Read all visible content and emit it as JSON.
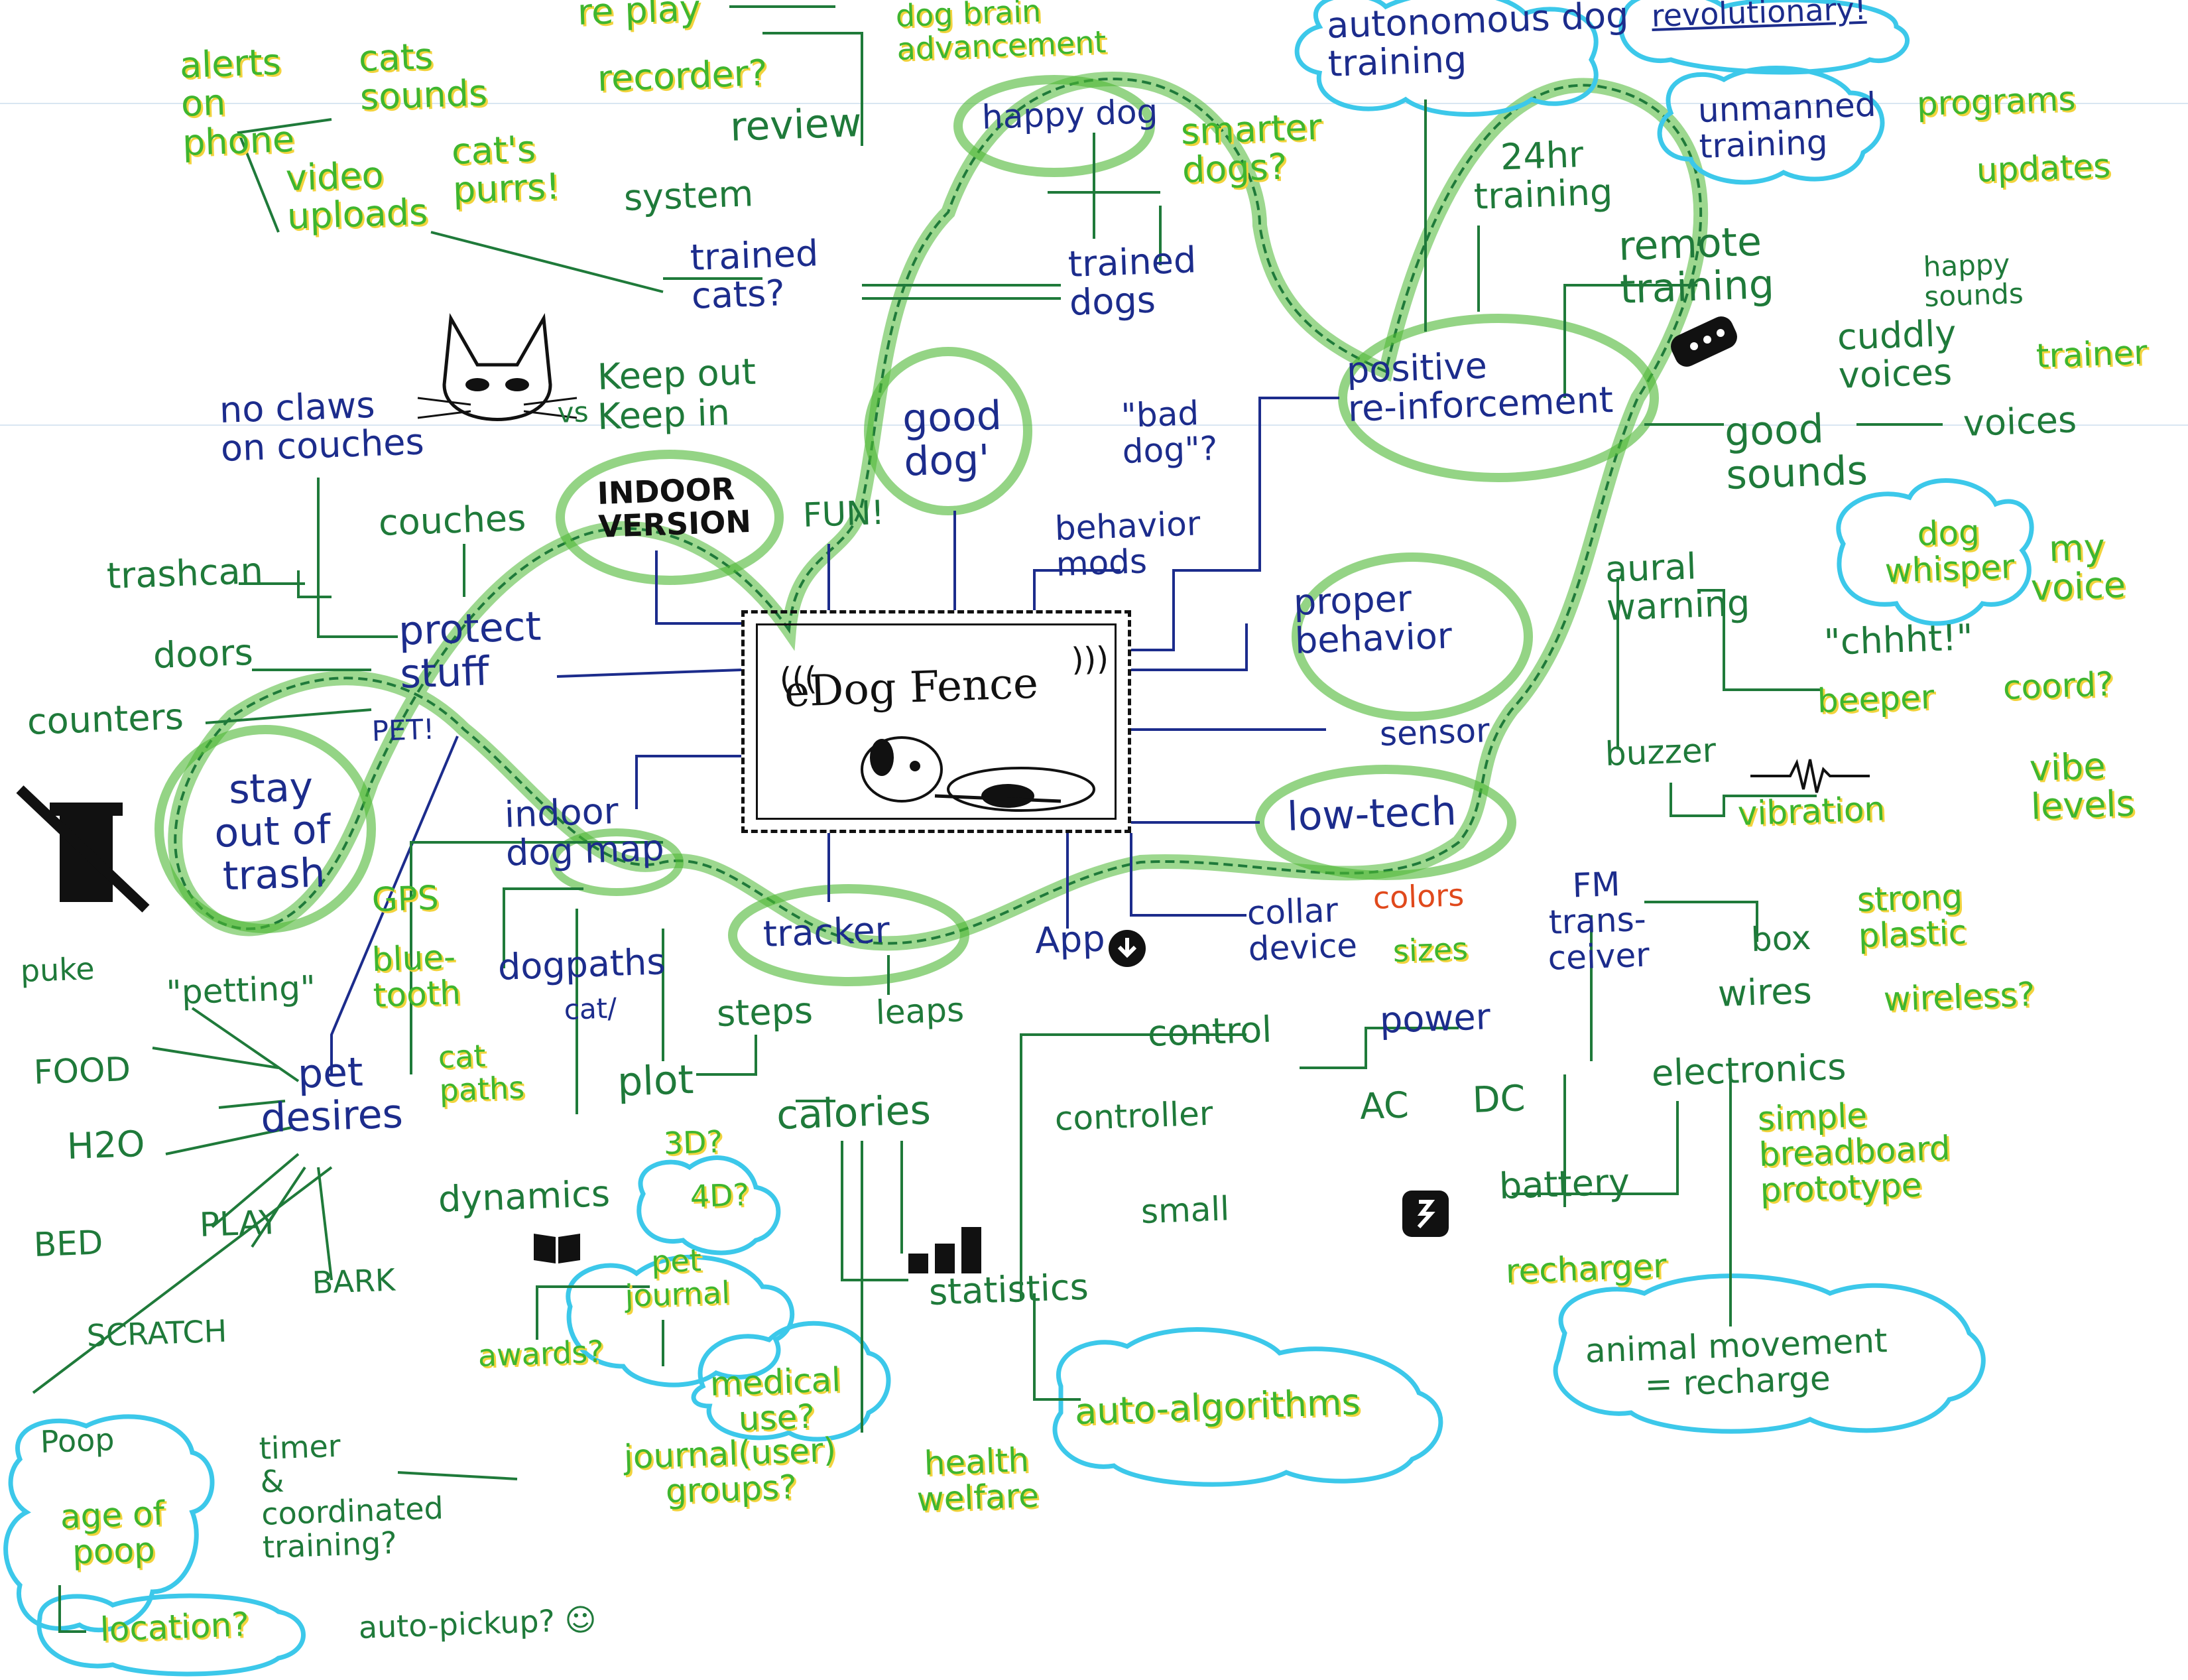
{
  "colors": {
    "blue_ink": "#1c2c8c",
    "dark_green_ink": "#1f7a3a",
    "light_green_ink": "#3fb62f",
    "yellow_shadow": "#f2d33d",
    "cyan_cloud": "#3cc8ea",
    "highlight_green": "#4db833",
    "black_ink": "#111111",
    "orange_ink": "#e0491c"
  },
  "icons": [
    "cat-sketch-icon",
    "no-trash-icon",
    "remote-control-icon",
    "download-icon",
    "battery-icon",
    "book-icon",
    "bar-chart-icon",
    "waveform-icon",
    "sound-wave-icon",
    "dog-sketch-icon"
  ],
  "center": {
    "title": "eDog Fence"
  },
  "hubs": {
    "protect_stuff": "protect\nstuff",
    "stay_out_of_trash": "stay\nout of\ntrash",
    "pet_exclaim": "PET!",
    "indoor_version": "INDOOR\nVERSION",
    "fun": "FUN!",
    "good_dog": "good\ndog'",
    "happy_dog": "happy dog",
    "positive_reinforcement": "positive\nre-inforcement",
    "proper_behavior": "proper\nbehavior",
    "low_tech": "low-tech",
    "tracker": "tracker",
    "indoor_dog_map": "indoor\ndog map",
    "app": "App"
  },
  "left_area": {
    "no_claws": "no claws\non couches",
    "keep_out": "Keep out",
    "vs": "vs",
    "keep_in": "Keep in",
    "couches": "couches",
    "trashcan": "trashcan",
    "doors": "doors",
    "counters": "counters"
  },
  "top_left": {
    "alerts_on_phone": "alerts\non\nphone",
    "cats_sounds": "cats\nsounds",
    "video_uploads": "video\nuploads",
    "cats_purrs": "cat's\npurrs!",
    "system": "system",
    "replay": "re play",
    "recorder": "recorder?",
    "review": "review",
    "trained_cats": "trained\ncats?",
    "dog_brain": "dog brain\nadvancement",
    "smarter_dogs": "smarter\ndogs?",
    "trained_dogs": "trained\ndogs"
  },
  "top_right": {
    "autonomous": "autonomous dog\ntraining",
    "revolutionary": "revolutionary!",
    "unmanned": "unmanned\ntraining",
    "programs": "programs",
    "updates": "updates",
    "hr24": "24hr\ntraining",
    "remote": "remote\ntraining",
    "happy_sounds": "happy\nsounds",
    "cuddly_voices": "cuddly\nvoices",
    "trainer": "trainer",
    "good_sounds": "good\nsounds",
    "voices": "voices",
    "dog_whisper": "dog\nwhisper",
    "my_voice": "my\nvoice",
    "chhht": "\"chhht!\"",
    "bad_dog": "\"bad\ndog\"?",
    "behavior_mods": "behavior\nmods"
  },
  "right_area": {
    "aural_warning": "aural\nwarning",
    "beeper": "beeper",
    "coord": "coord?",
    "buzzer": "buzzer",
    "vibration": "vibration",
    "vibe_levels": "vibe levels",
    "sensor": "sensor",
    "collar_device": "collar\ndevice",
    "colors": "colors",
    "sizes": "sizes",
    "fm": "FM\ntrans-\nceiver",
    "box": "box",
    "strong_plastic": "strong\nplastic",
    "wires": "wires",
    "wireless": "wireless?",
    "control": "control",
    "power": "power",
    "controller": "controller",
    "ac": "AC",
    "dc": "DC",
    "small": "small",
    "electronics": "electronics",
    "simple": "simple\nbreadboard\nprototype",
    "battery": "battery",
    "recharger": "recharger",
    "animal_movement": "animal movement\n= recharge"
  },
  "bottom_left": {
    "gps": "GPS",
    "bluetooth": "blue-\ntooth",
    "dogpaths": "dogpaths",
    "cat_slash": "cat/",
    "cat_paths": "cat\npaths",
    "steps": "steps",
    "leaps": "leaps",
    "plot": "plot",
    "d3": "3D?",
    "d4": "4D?",
    "calories": "calories",
    "dynamics": "dynamics",
    "pet_journal": "pet\njournal",
    "awards": "awards?",
    "medical": "medical\nuse?",
    "journal_groups": "journal(user)\ngroups?",
    "health": "health\nwelfare",
    "statistics": "statistics",
    "auto_algorithms": "auto-algorithms",
    "puke": "puke",
    "petting": "\"petting\"",
    "food": "FOOD",
    "h2o": "H2O",
    "pet_desires": "pet\ndesires",
    "bed": "BED",
    "play": "PLAY",
    "bark": "BARK",
    "scratch": "SCRATCH",
    "poop": "Poop",
    "age_of_poop": "age of\npoop",
    "location": "location?",
    "timer": "timer\n&\ncoordinated\ntraining?",
    "auto_pickup": "auto-pickup? ☺"
  }
}
